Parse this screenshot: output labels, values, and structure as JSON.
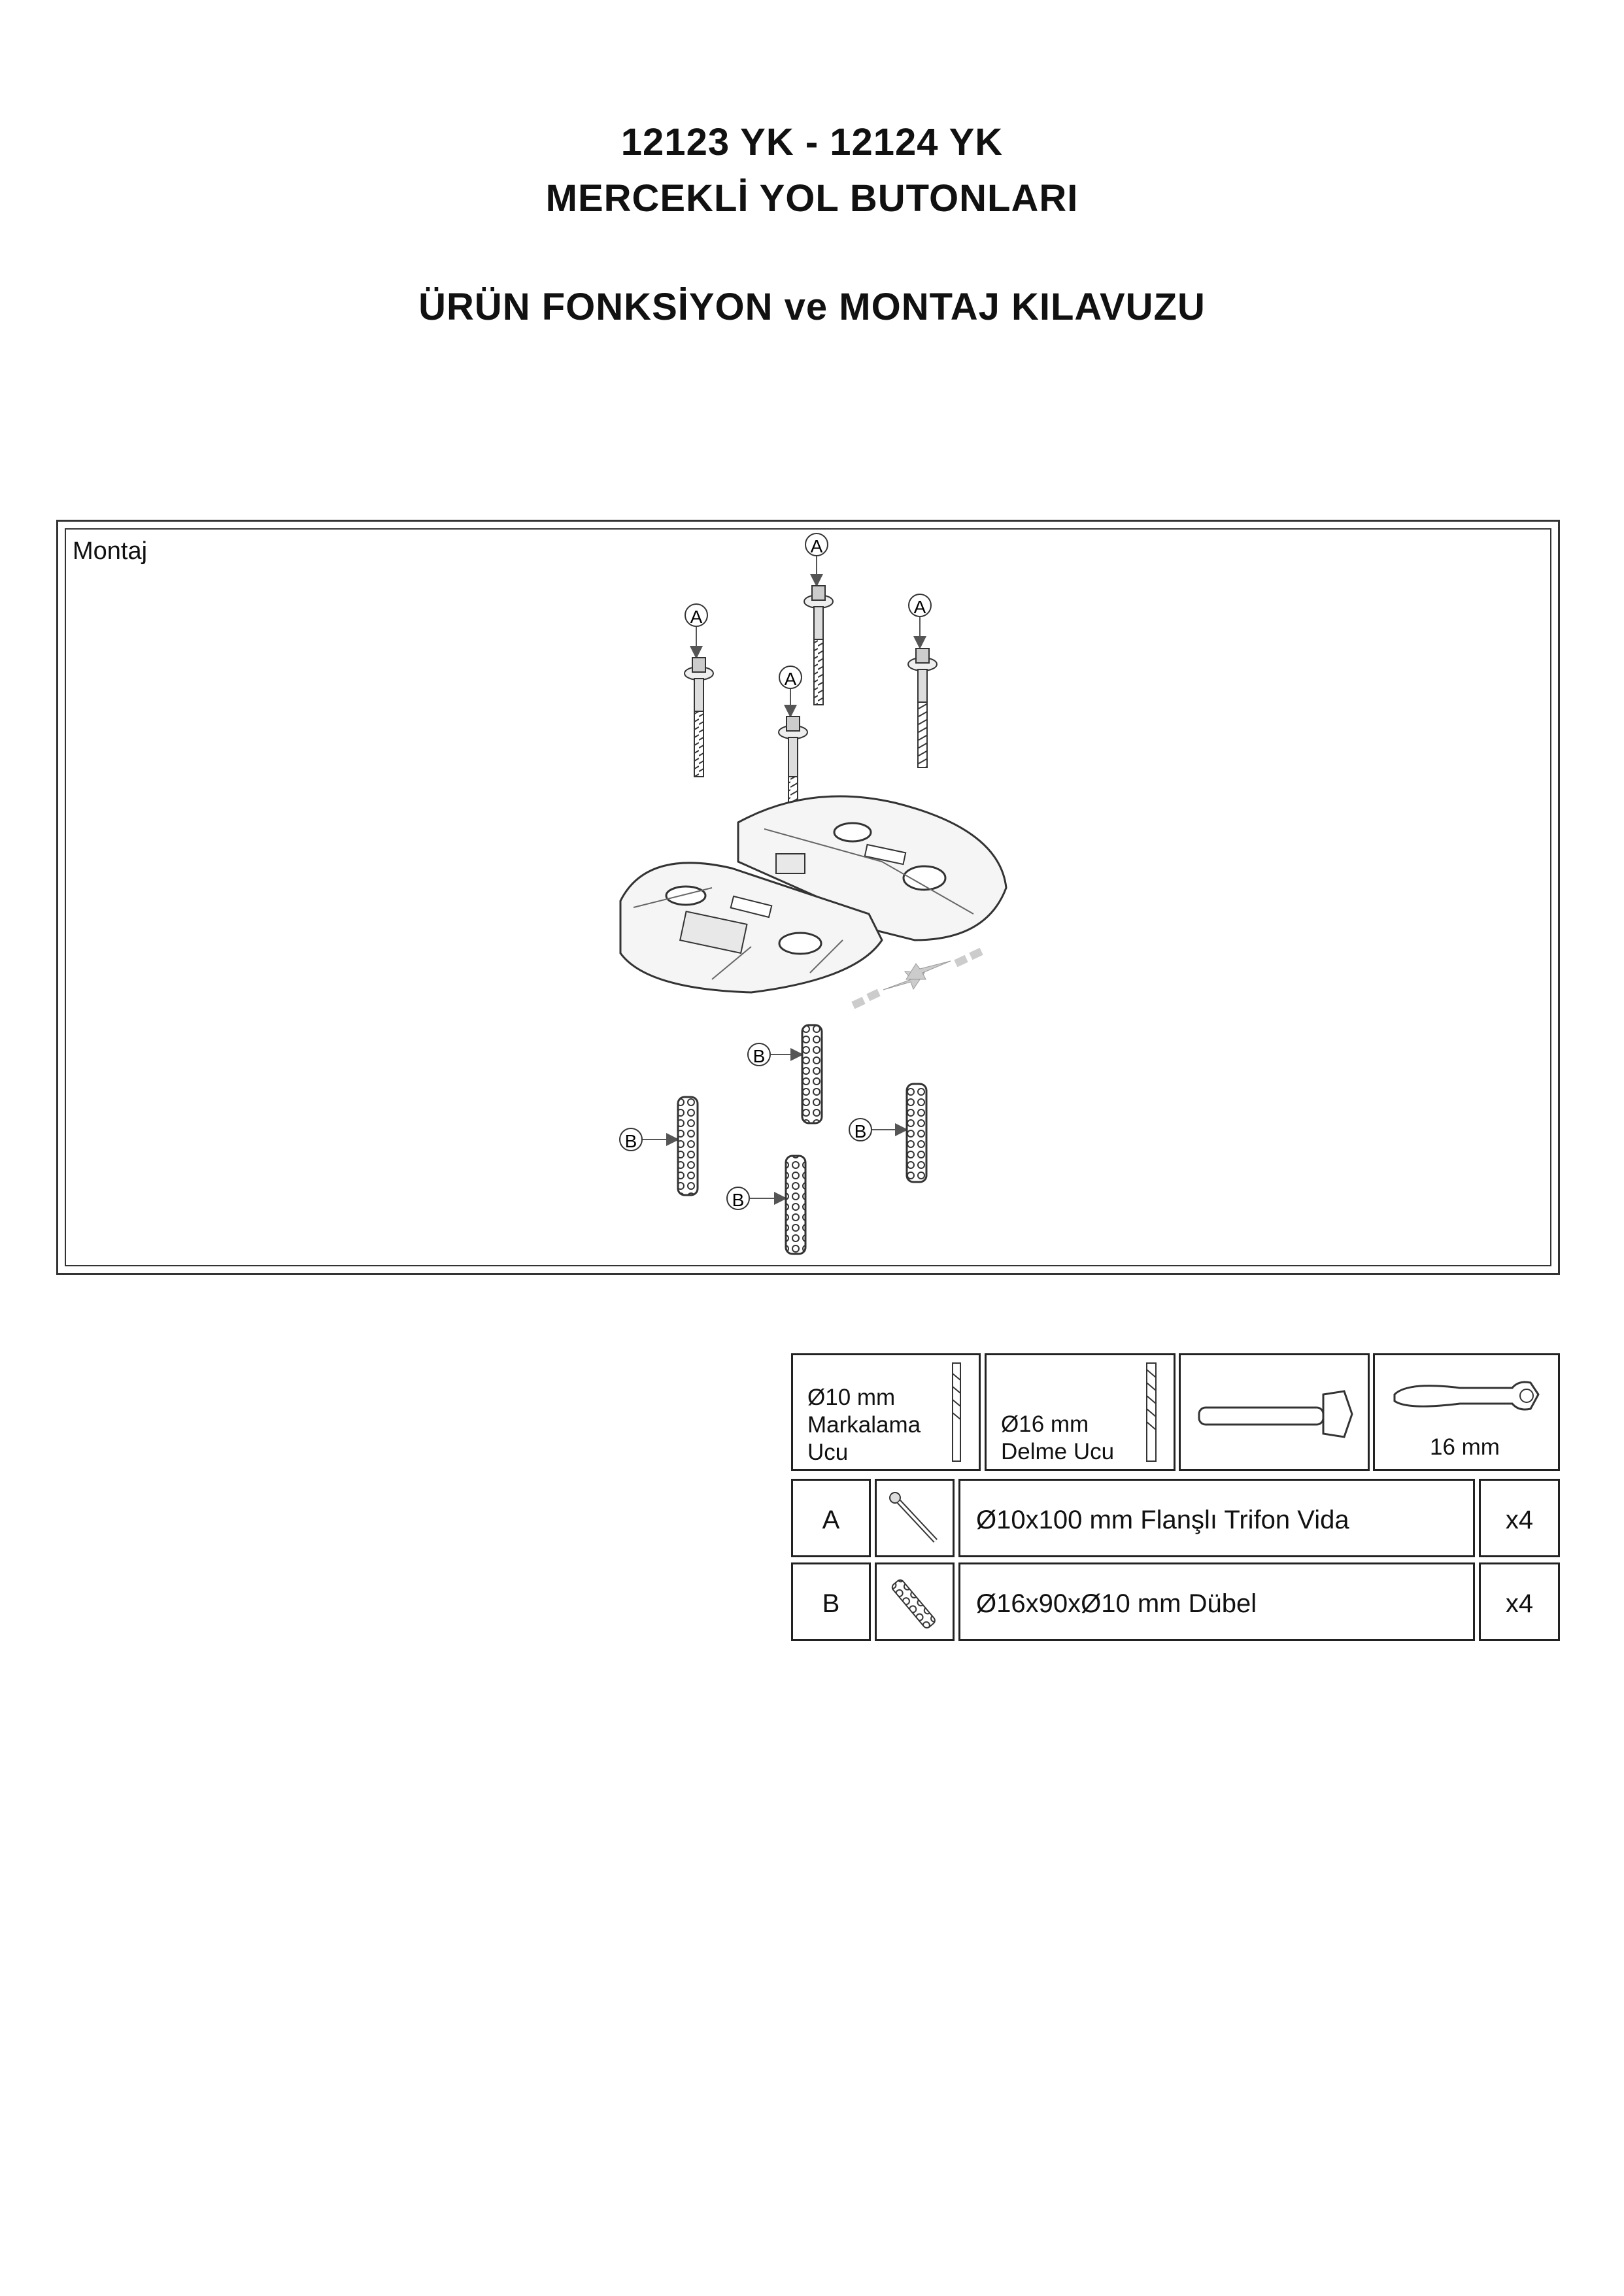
{
  "header": {
    "line1": "12123 YK - 12124 YK",
    "line2": "MERCEKLİ YOL BUTONLARI",
    "subtitle": "ÜRÜN FONKSİYON ve MONTAJ KILAVUZU"
  },
  "montaj": {
    "label": "Montaj",
    "callout_a": "A",
    "callout_b": "B"
  },
  "tools": {
    "marking_bit": {
      "line1": "Ø10 mm",
      "line2": "Markalama",
      "line3": "Ucu"
    },
    "drill_bit": {
      "line1": "Ø16 mm",
      "line2": "Delme Ucu"
    },
    "hammer_icon": "hammer-icon",
    "wrench": {
      "label": "16 mm"
    }
  },
  "parts": [
    {
      "code": "A",
      "description": "Ø10x100 mm Flanşlı Trifon Vida",
      "qty": "x4",
      "icon": "screw-icon"
    },
    {
      "code": "B",
      "description": "Ø16x90xØ10 mm Dübel",
      "qty": "x4",
      "icon": "anchor-icon"
    }
  ]
}
